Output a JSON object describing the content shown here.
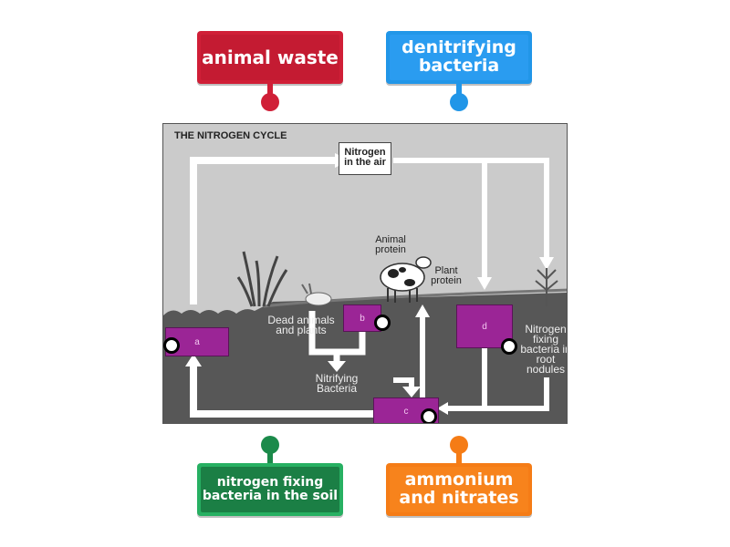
{
  "labels": [
    {
      "id": "animal-waste",
      "text": "animal waste",
      "color": "#d01f37"
    },
    {
      "id": "denitrifying-bacteria",
      "text": "denitrifying bacteria",
      "color": "#2196e8"
    },
    {
      "id": "nitrogen-fixing-soil",
      "text": "nitrogen fixing bacteria in the soil",
      "color": "#1b8a4a"
    },
    {
      "id": "ammonium-nitrates",
      "text": "ammonium and nitrates",
      "color": "#f57c16"
    }
  ],
  "diagram": {
    "title": "THE NITROGEN CYCLE",
    "nitrogen_air": "Nitrogen in the air",
    "animal_protein": "Animal protein",
    "plant_protein": "Plant protein",
    "dead_animals": "Dead animals and plants",
    "nitrifying": "Nitrifying Bacteria",
    "root_nodules": "Nitrogen fixing bacteria in root nodules",
    "boxes": {
      "a": "a",
      "b": "b",
      "c": "c",
      "d": "d"
    }
  }
}
